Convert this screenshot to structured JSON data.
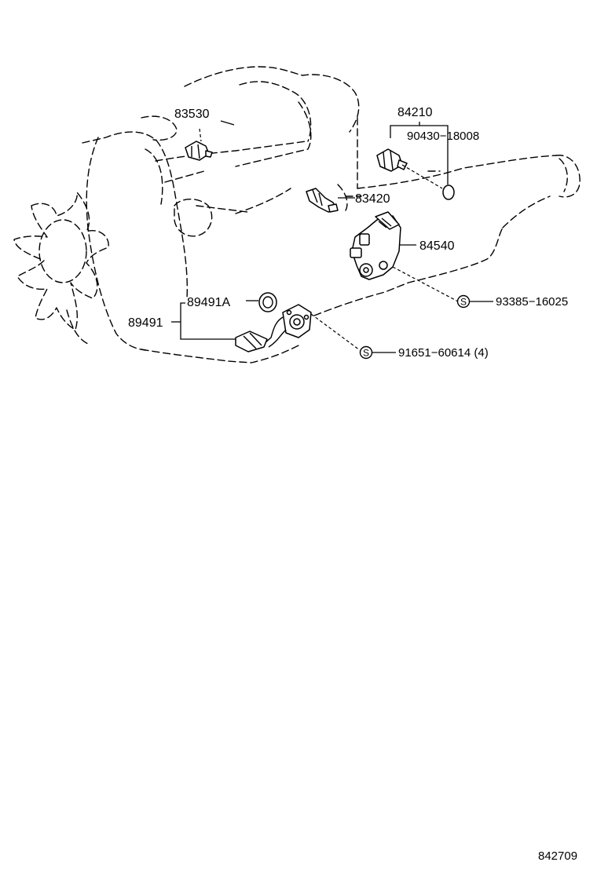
{
  "parts": {
    "p83530": "83530",
    "p84210": "84210",
    "p90430": "90430−18008",
    "p83420": "83420",
    "p84540": "84540",
    "p93385": "93385−16025",
    "p89491A": "89491A",
    "p89491": "89491",
    "p91651": "91651−60614 (4)"
  },
  "symbols": {
    "screw_mark": "S"
  },
  "footer": {
    "ref_code": "842709"
  }
}
